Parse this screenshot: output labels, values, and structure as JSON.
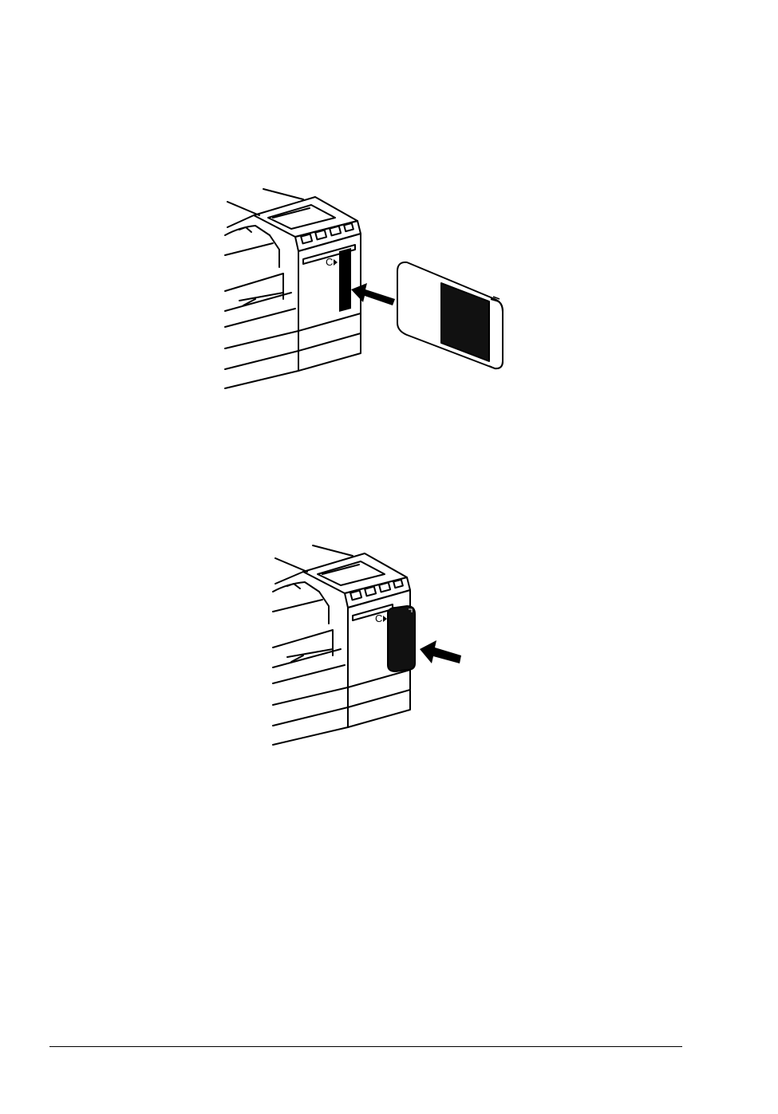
{
  "figures": {
    "top": {
      "slot_label": "C"
    },
    "bottom": {
      "slot_label": "C"
    }
  },
  "colors": {
    "ink": "#000000",
    "paper": "#ffffff"
  },
  "icons": [
    "printer-illustration",
    "font-cartridge-illustration",
    "insert-arrow-icon"
  ]
}
